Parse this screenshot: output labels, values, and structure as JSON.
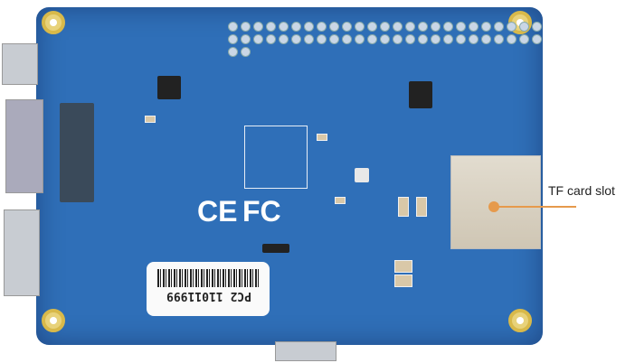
{
  "annotation": {
    "label": "TF card slot",
    "color": "#e69a4c"
  },
  "board": {
    "color": "#2f6fb8",
    "sticker_text": "PC2 11011999",
    "marks": [
      "CE",
      "FC"
    ]
  }
}
